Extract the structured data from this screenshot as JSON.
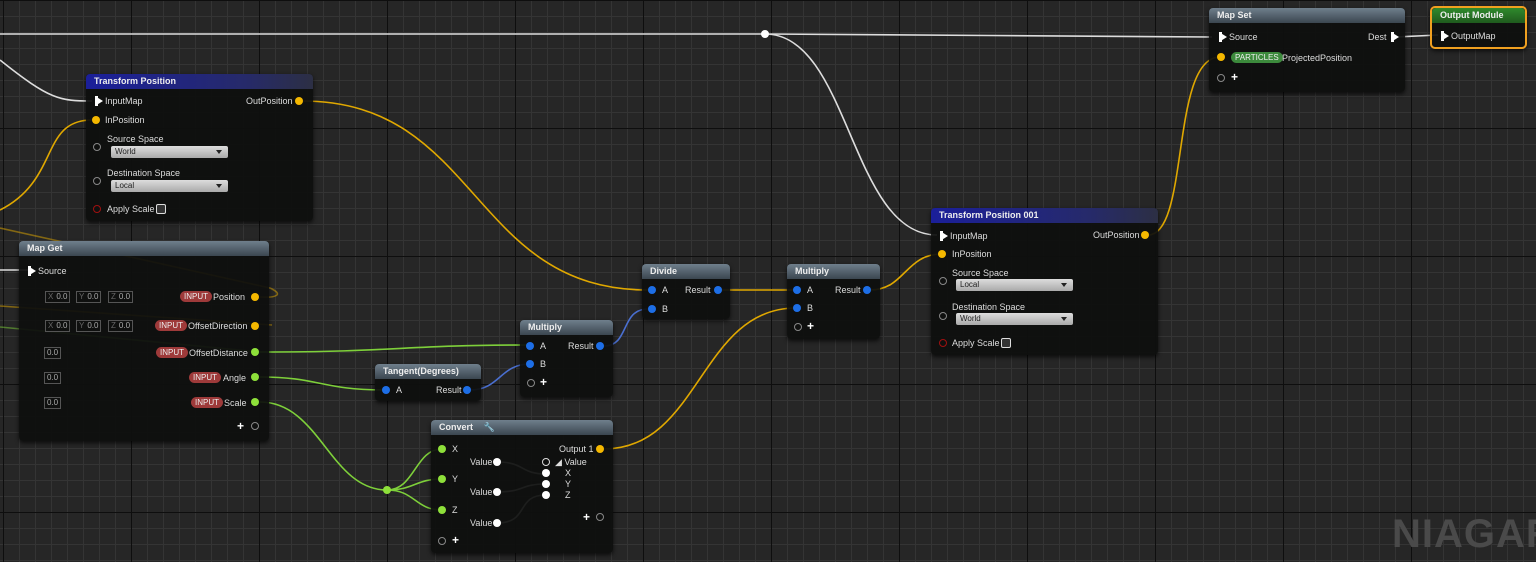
{
  "colors": {
    "position": "#f5b800",
    "vector": "#1d6ee6",
    "float": "#8ee03a",
    "exec": "#ffffff",
    "output_module": "#2f8a2c",
    "output_border": "#f0a020"
  },
  "watermark": "NIAGARA",
  "transform_position": {
    "title": "Transform Position",
    "input_map": "InputMap",
    "in_position": "InPosition",
    "out_position": "OutPosition",
    "source_space_label": "Source Space",
    "source_space": "World",
    "dest_space_label": "Destination Space",
    "dest_space": "Local",
    "apply_scale": "Apply Scale",
    "apply_scale_checked": false
  },
  "map_get": {
    "title": "Map Get",
    "source": "Source",
    "badge": "INPUT",
    "x": "X",
    "y": "Y",
    "z": "Z",
    "zero": "0.0",
    "outputs": [
      "Position",
      "OffsetDirection",
      "OffsetDistance",
      "Angle",
      "Scale"
    ]
  },
  "divide": {
    "title": "Divide",
    "a": "A",
    "b": "B",
    "result": "Result"
  },
  "multiply1": {
    "title": "Multiply",
    "a": "A",
    "b": "B",
    "result": "Result"
  },
  "multiply2": {
    "title": "Multiply",
    "a": "A",
    "b": "B",
    "result": "Result"
  },
  "tangent": {
    "title": "Tangent(Degrees)",
    "a": "A",
    "result": "Result"
  },
  "convert": {
    "title": "Convert",
    "x": "X",
    "y": "Y",
    "z": "Z",
    "value": "Value",
    "output": "Output 1",
    "out_value": "Value",
    "ox": "X",
    "oy": "Y",
    "oz": "Z"
  },
  "transform_position_001": {
    "title": "Transform Position 001",
    "input_map": "InputMap",
    "in_position": "InPosition",
    "out_position": "OutPosition",
    "source_space_label": "Source Space",
    "source_space": "Local",
    "dest_space_label": "Destination Space",
    "dest_space": "World",
    "apply_scale": "Apply Scale",
    "apply_scale_checked": false
  },
  "map_set": {
    "title": "Map Set",
    "source": "Source",
    "dest": "Dest",
    "badge": "PARTICLES",
    "param": "ProjectedPosition"
  },
  "output_module": {
    "title": "Output Module",
    "output_map": "OutputMap"
  }
}
